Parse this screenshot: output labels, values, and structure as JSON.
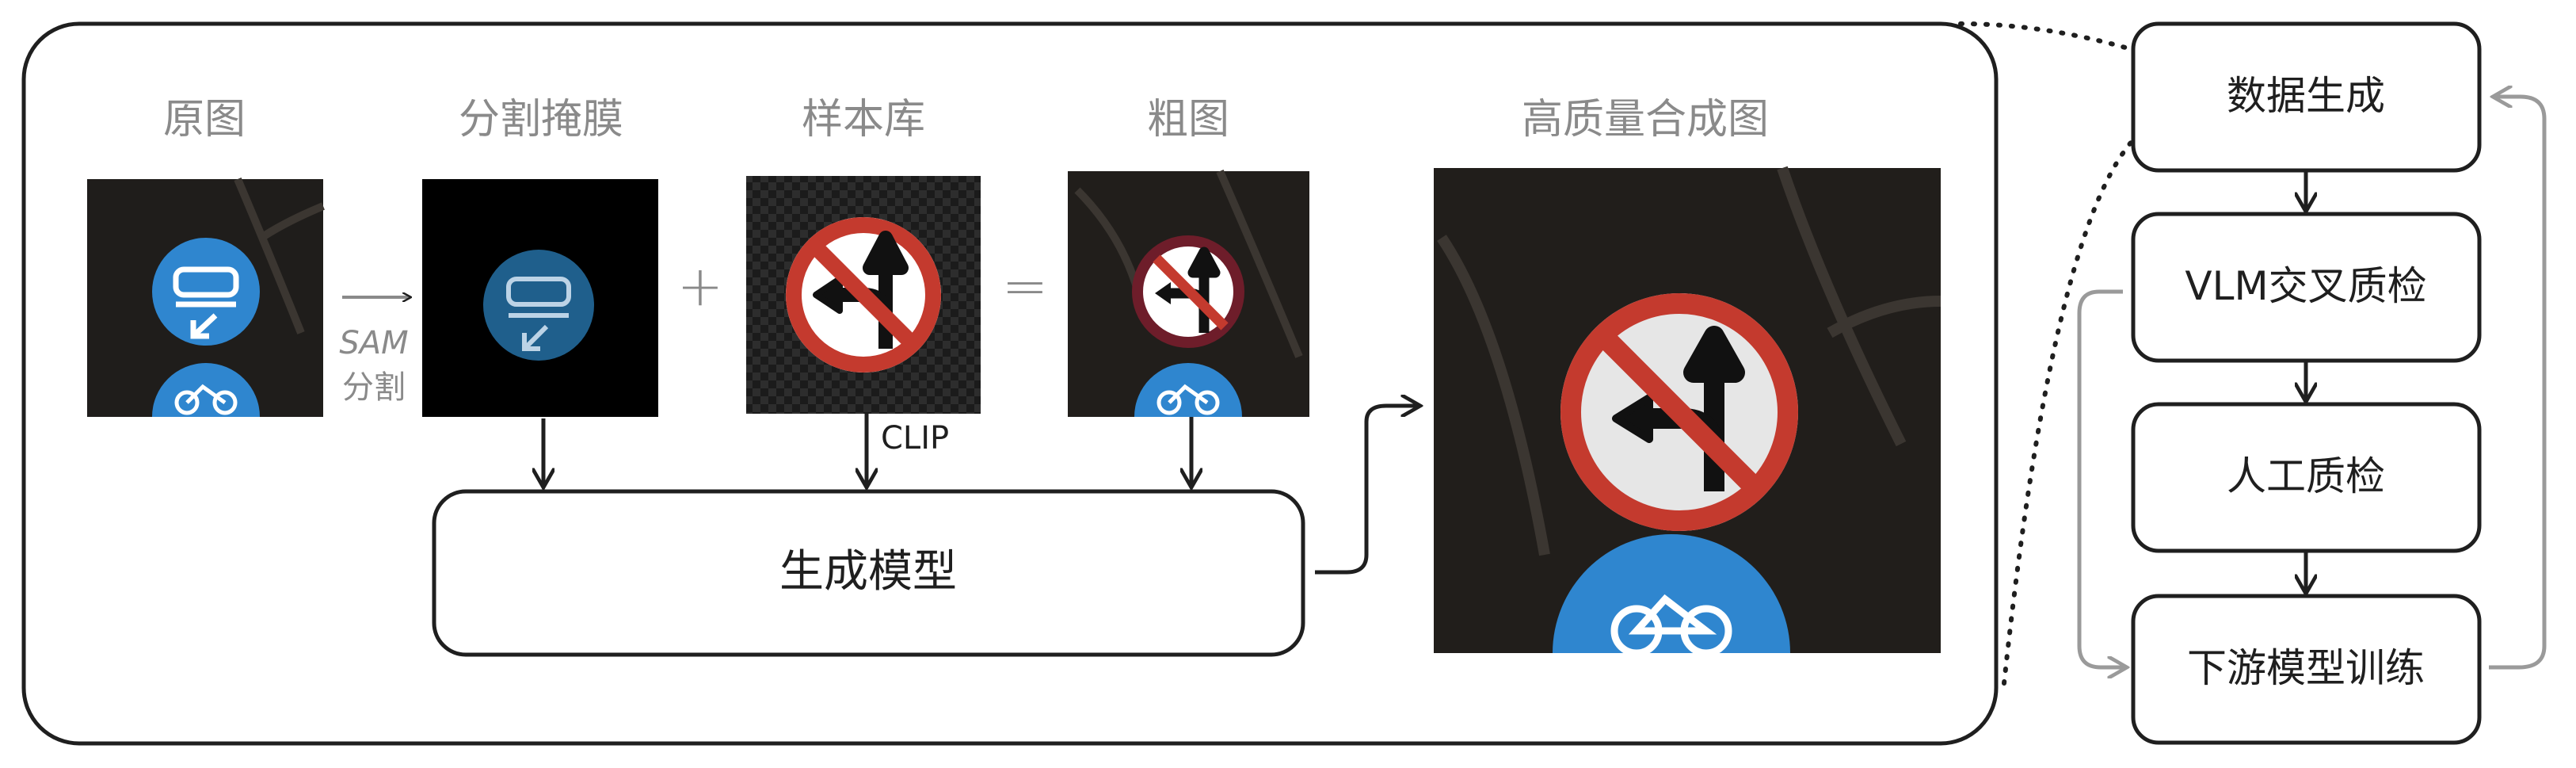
{
  "pipeline": {
    "labels": {
      "original": "原图",
      "mask": "分割掩膜",
      "sample_library": "样本库",
      "rough": "粗图",
      "hq": "高质量合成图"
    },
    "operators": {
      "plus": "+",
      "equals": "="
    },
    "sam_step": {
      "line1": "SAM",
      "line2": "分割"
    },
    "clip_label": "CLIP",
    "generator_label": "生成模型",
    "images": {
      "original": "blue traffic signs (car arrow + bicycle) on dark tree background",
      "mask": "segmented sign on black background",
      "sample": "no straight-or-left-turn prohibition sign on transparent background",
      "rough": "prohibition sign pasted over blue sign",
      "hq": "composited high quality prohibition sign with blue bicycle sign"
    }
  },
  "flow": {
    "steps": [
      "数据生成",
      "VLM交叉质检",
      "人工质检",
      "下游模型训练"
    ]
  },
  "colors": {
    "sign_blue": "#2f86cf",
    "sign_red": "#c43a2e",
    "sign_black": "#111111",
    "text_gray": "#8a8a8a",
    "stroke_dark": "#1f1f1f",
    "loop_gray": "#9a9a9a",
    "photo_dark": "#1e1c1a"
  }
}
